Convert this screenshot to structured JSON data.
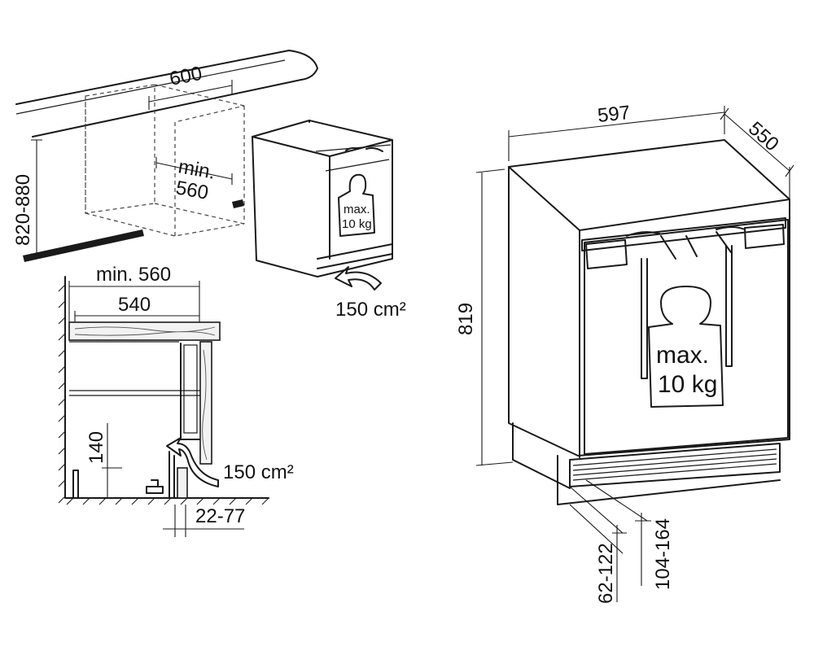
{
  "dimensions": {
    "niche_width": "600",
    "niche_depth_min": "min.",
    "niche_depth_value": "560",
    "niche_height": "820-880",
    "vent_area_top": "150 cm²",
    "side_min_depth": "min. 560",
    "side_depth": "540",
    "side_height": "140",
    "vent_area_side": "150 cm²",
    "plinth_gap": "22-77",
    "appliance_width": "597",
    "appliance_depth": "550",
    "appliance_height": "819",
    "plinth_height_a": "62-122",
    "plinth_height_b": "104-164"
  },
  "weight_label": {
    "small_line1": "max.",
    "small_line2": "10 kg",
    "large_line1": "max.",
    "large_line2": "10 kg"
  }
}
